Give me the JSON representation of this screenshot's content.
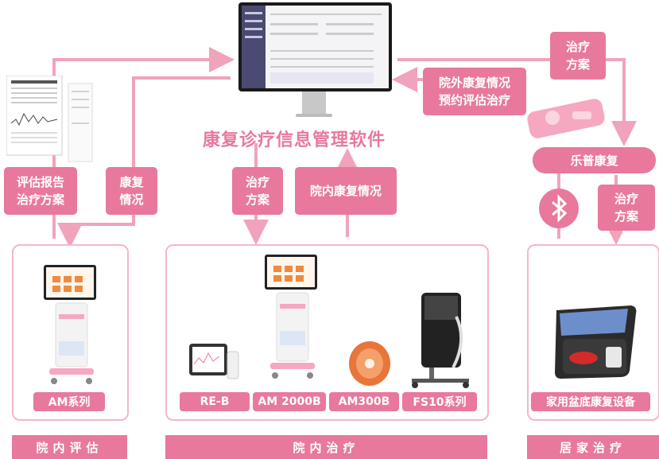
{
  "software_title": "康复诊疗信息管理软件",
  "flow_labels": {
    "report_plan": "评估报告\n治疗方案",
    "rehab_status": "康复\n情况",
    "plan_center": "治疗\n方案",
    "inhospital_status": "院内康复情况",
    "outside_status": "院外康复情况\n预约评估治疗",
    "plan_right_top": "治疗\n方案",
    "lepu": "乐普康复",
    "plan_right_low": "治疗\n方案"
  },
  "devices": {
    "am_series": "AM系列",
    "reb": "RE-B",
    "am2000b": "AM 2000B",
    "am300b": "AM300B",
    "fs10": "FS10系列",
    "home": "家用盆底康复设备"
  },
  "footer": {
    "assess": "院内评估",
    "treat": "院内治疗",
    "home": "居家治疗"
  },
  "icons": {
    "bluetooth": "bluetooth-icon"
  },
  "colors": {
    "accent": "#e8799c",
    "light_border": "#f2b7c8"
  }
}
